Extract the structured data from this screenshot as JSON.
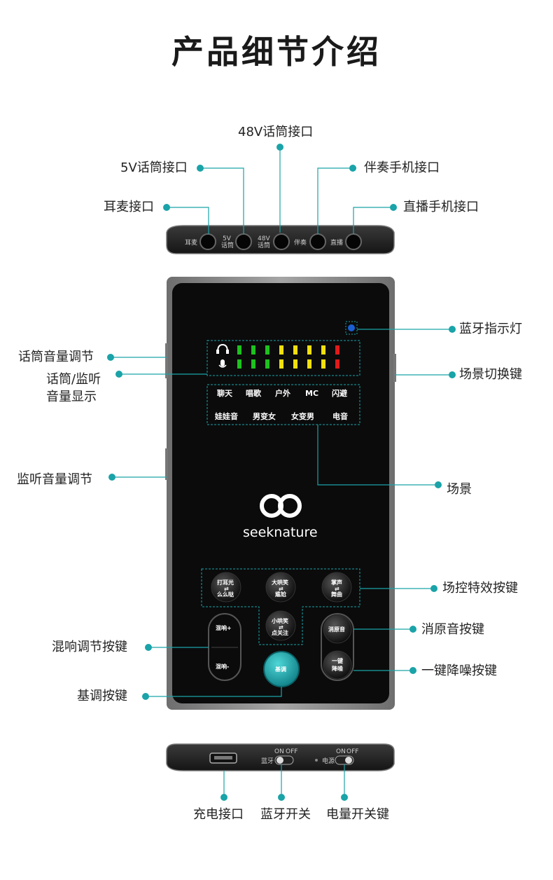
{
  "title": "产品细节介绍",
  "top_device": {
    "port_labels": [
      "耳麦",
      "5V",
      "话筒",
      "48V",
      "话筒",
      "伴奏",
      "直播"
    ]
  },
  "labels": {
    "mic48v": "48V话筒接口",
    "mic5v": "5V话筒接口",
    "accompany": "伴奏手机接口",
    "headset": "耳麦接口",
    "live": "直播手机接口",
    "bt_light": "蓝牙指示灯",
    "mic_volume": "话筒音量调节",
    "scene_switch": "场景切换键",
    "meter_line1": "话筒/监听",
    "meter_line2": "音量显示",
    "monitor_volume": "监听音量调节",
    "scene": "场景",
    "effects": "场控特效按键",
    "vocal_remove": "消原音按键",
    "reverb": "混响调节按键",
    "denoise": "一键降噪按键",
    "key": "基调按键",
    "charge": "充电接口",
    "bt_switch": "蓝牙开关",
    "power_switch": "电量开关键"
  },
  "scenes": {
    "row1": [
      "聊天",
      "唱歌",
      "户外",
      "MC",
      "闪避"
    ],
    "row2": [
      "娃娃音",
      "男变女",
      "女变男",
      "电音"
    ]
  },
  "brand": "seeknature",
  "buttons": {
    "b1_top": "打耳光",
    "b1_bot": "么么哒",
    "b2_top": "大哄笑",
    "b2_bot": "尴尬",
    "b3_top": "掌声",
    "b3_bot": "舞曲",
    "b4_top": "小哄笑",
    "b4_bot": "点关注",
    "reverb_up": "混响+",
    "reverb_down": "混响-",
    "vocal": "消原音",
    "denoise_top": "一键",
    "denoise_bot": "降噪",
    "key": "基调"
  },
  "bottom_device": {
    "bt": "蓝牙",
    "power": "电源",
    "on": "ON",
    "off": "OFF"
  },
  "colors": {
    "accent": "#1aa3a8",
    "body": "#0d0d0d",
    "frame": "#8a8a8a",
    "led_green": "#1ec21e",
    "led_yellow": "#f2e00c",
    "led_red": "#e01a1a"
  }
}
